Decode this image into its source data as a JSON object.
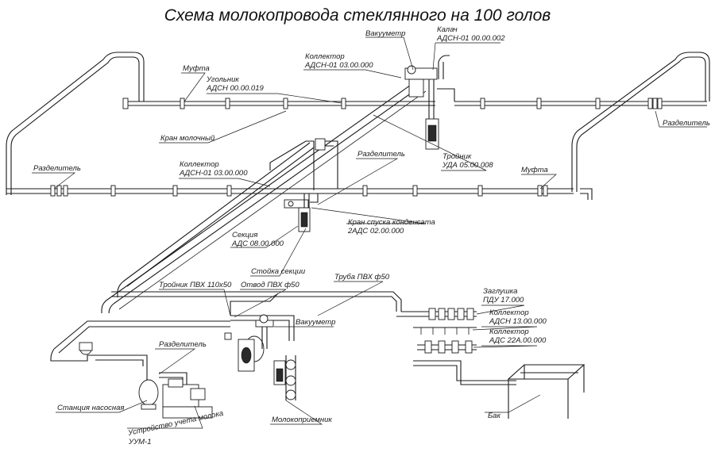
{
  "title": "Схема молокопровода стеклянного на 100 голов",
  "labels": {
    "vakuummetr_top": "Вакууметр",
    "kalach_1": "Калач",
    "kalach_2": "АДСН-01 00.00.002",
    "kollektor_top_1": "Коллектор",
    "kollektor_top_2": "АДСН-01 03.00.000",
    "mufta_left": "Муфта",
    "ugolnik_1": "Угольник",
    "ugolnik_2": "АДСН 00.00.019",
    "kran_molochny": "Кран молочный",
    "razdelitel_right": "Разделитель",
    "razdelitel_left": "Разделитель",
    "kollektor_mid_1": "Коллектор",
    "kollektor_mid_2": "АДСН-01 03.00.000",
    "razdelitel_mid": "Разделитель",
    "troynik_uda_1": "Тройник",
    "troynik_uda_2": "УДА 05.00.008",
    "mufta_right": "Муфта",
    "kran_spuska_1": "Кран спуска конденсата",
    "kran_spuska_2": "2АДС 02.00.000",
    "sekciya_1": "Секция",
    "sekciya_2": "АДС 08.00.000",
    "stoyka": "Стойка секции",
    "troynik_pvh": "Тройник ПВХ 110х50",
    "otvod_pvh": "Отвод ПВХ ф50",
    "truba_pvh": "Труба ПВХ ф50",
    "zaglushka_1": "Заглушка",
    "zaglushka_2": "ПДУ 17.000",
    "kollektor_adsn_1": "Коллектор",
    "kollektor_adsn_2": "АДСН 13.00.000",
    "kollektor_ads_1": "Коллектор",
    "kollektor_ads_2": "АДС 22А.00.000",
    "vakuummetr_low": "Вакууметр",
    "razdelitel_low": "Разделитель",
    "stanciya": "Станция насосная",
    "ustroystvo_1": "Устройство учета молока",
    "ustroystvo_2": "УУМ-1",
    "molokopriemnik": "Молокоприемник",
    "bak": "Бак"
  }
}
